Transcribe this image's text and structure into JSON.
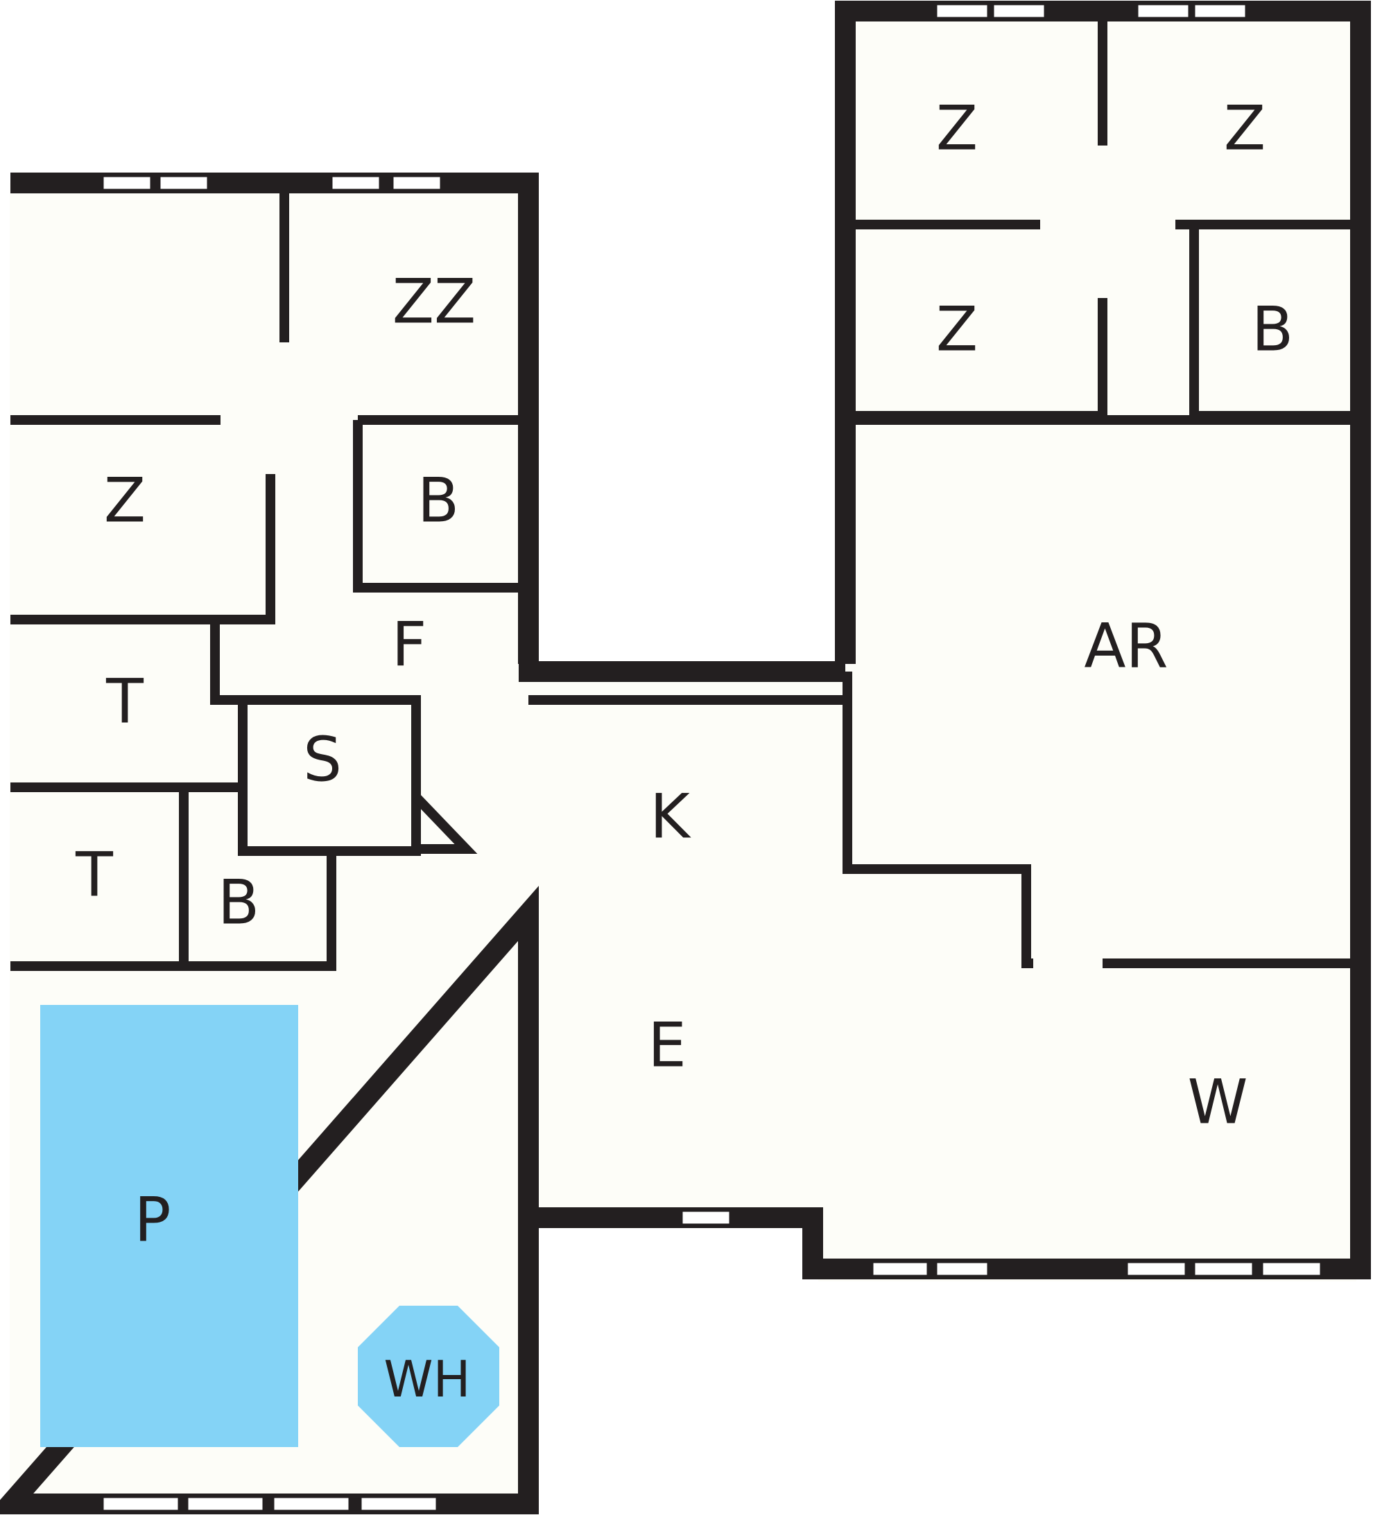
{
  "colors": {
    "wall": "#231f20",
    "floor": "#fdfdf8",
    "pool": "#84d3f6",
    "whirlpool": "#84d3f6",
    "background": "#ffffff"
  },
  "rooms": {
    "bedroom_top_left_1": "Z",
    "bedroom_top_left_2": "Z",
    "bedroom_top_left_3": "Z",
    "bedroom_right_lower": "Z",
    "double_bedroom": "ZZ",
    "bathroom_left": "B",
    "bathroom_right": "B",
    "bathroom_small": "B",
    "hallway": "F",
    "toilet_upper": "T",
    "toilet_lower": "T",
    "storage": "S",
    "kitchen": "K",
    "activity_room": "AR",
    "dining": "E",
    "living": "W",
    "pool": "P",
    "whirlpool": "WH"
  }
}
